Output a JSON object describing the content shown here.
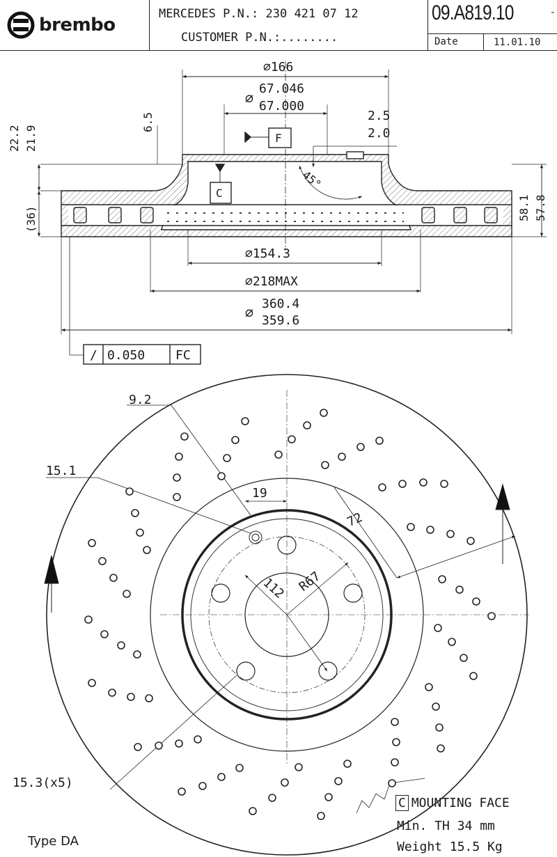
{
  "header": {
    "brand": "brembo",
    "mercedes_pn_label": "MERCEDES P.N.:",
    "mercedes_pn_value": "230 421 07 12",
    "customer_pn_label": "CUSTOMER P.N.:",
    "customer_pn_value": "........",
    "part_code": "09.A819.10",
    "part_code_suffix": "-",
    "date_label": "Date",
    "date_value": "11.01.10"
  },
  "section": {
    "d166": "∅166",
    "bore_max": "67.046",
    "bore_min": "67.000",
    "bore_symbol": "∅",
    "ref_f": "F",
    "ref_c": "C",
    "chamfer_max": "2.5",
    "chamfer_min": "2.0",
    "angle": "45°",
    "dim_65": "6.5",
    "dim_222": "22.2",
    "dim_219": "21.9",
    "dim_36": "(36)",
    "dim_581": "58.1",
    "dim_578": "57.8",
    "d1543": "∅154.3",
    "d218": "∅218MAX",
    "outer_max": "360.4",
    "outer_min": "359.6",
    "outer_symbol": "∅",
    "tol_symbol": "/",
    "tol_value": "0.050",
    "tol_ref": "FC"
  },
  "face": {
    "dim_92": "9.2",
    "dim_151": "15.1",
    "dim_19": "19",
    "dim_72": "72",
    "r67": "R67",
    "pcd": "112",
    "holes": "15.3(x5)"
  },
  "notes": {
    "c_box": "C",
    "mounting": "MOUNTING FACE",
    "min_th": "Min. TH 34 mm",
    "weight": "Weight 15.5 Kg",
    "type": "Type DA"
  }
}
